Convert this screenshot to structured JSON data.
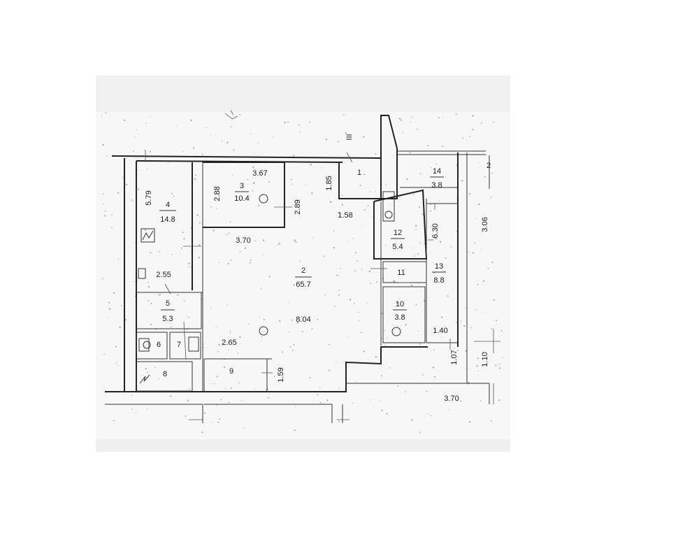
{
  "rooms": [
    {
      "id": "1",
      "number": "1",
      "area": ""
    },
    {
      "id": "2",
      "number": "2",
      "area": "65.7"
    },
    {
      "id": "3",
      "number": "3",
      "area": "10.4"
    },
    {
      "id": "4",
      "number": "4",
      "area": "14.8"
    },
    {
      "id": "5",
      "number": "5",
      "area": "5.3"
    },
    {
      "id": "6",
      "number": "6",
      "area": ""
    },
    {
      "id": "7",
      "number": "7",
      "area": ""
    },
    {
      "id": "8",
      "number": "8",
      "area": ""
    },
    {
      "id": "9",
      "number": "9",
      "area": ""
    },
    {
      "id": "10",
      "number": "10",
      "area": "3.8"
    },
    {
      "id": "11",
      "number": "11",
      "area": ""
    },
    {
      "id": "12",
      "number": "12",
      "area": "5.4"
    },
    {
      "id": "13",
      "number": "13",
      "area": "8.8"
    },
    {
      "id": "14",
      "number": "14",
      "area": "3.8"
    }
  ],
  "dimensions": {
    "d367": "3.67",
    "d288": "2.88",
    "d289": "2.89",
    "d185": "1.85",
    "d579": "5.79",
    "d158": "1.58",
    "d370_top": "3.70",
    "d255": "2.55",
    "d804": "8.04",
    "d265": "2.65",
    "d159": "1.59",
    "d630": "6.30",
    "d306": "3.06",
    "d140": "1.40",
    "d107": "1.07",
    "d110": "1.10",
    "d370_bottom": "3.70",
    "d2": "2"
  },
  "marks": {
    "section_mark": "III"
  }
}
